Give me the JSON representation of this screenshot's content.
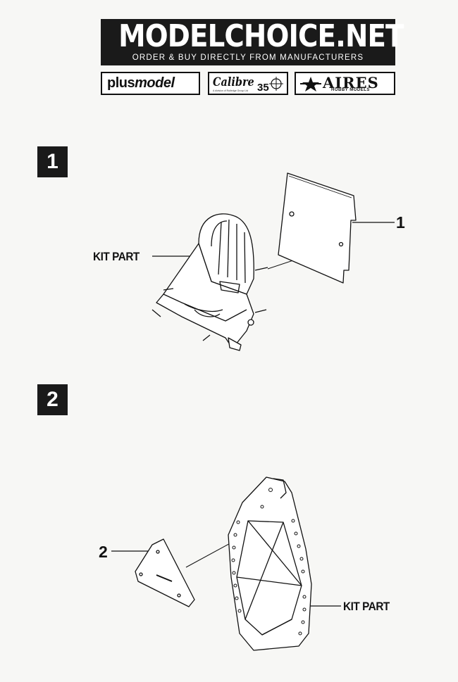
{
  "header": {
    "banner_title": "MODELCHOICE.NET",
    "banner_subtitle": "ORDER & BUY DIRECTLY FROM MANUFACTURERS",
    "logos": {
      "plusmodel_a": "plus",
      "plusmodel_b": "model",
      "calibre_text": "Calibre",
      "calibre_number": "35",
      "calibre_tagline": "A division of Rutledge Group Ltd",
      "aires_text": "AIRES",
      "aires_subtitle": "HOBBY MODELS"
    }
  },
  "steps": [
    {
      "number": "1",
      "kit_label": "KIT PART",
      "part_label": "1"
    },
    {
      "number": "2",
      "kit_label": "KIT PART",
      "part_label": "2"
    }
  ]
}
